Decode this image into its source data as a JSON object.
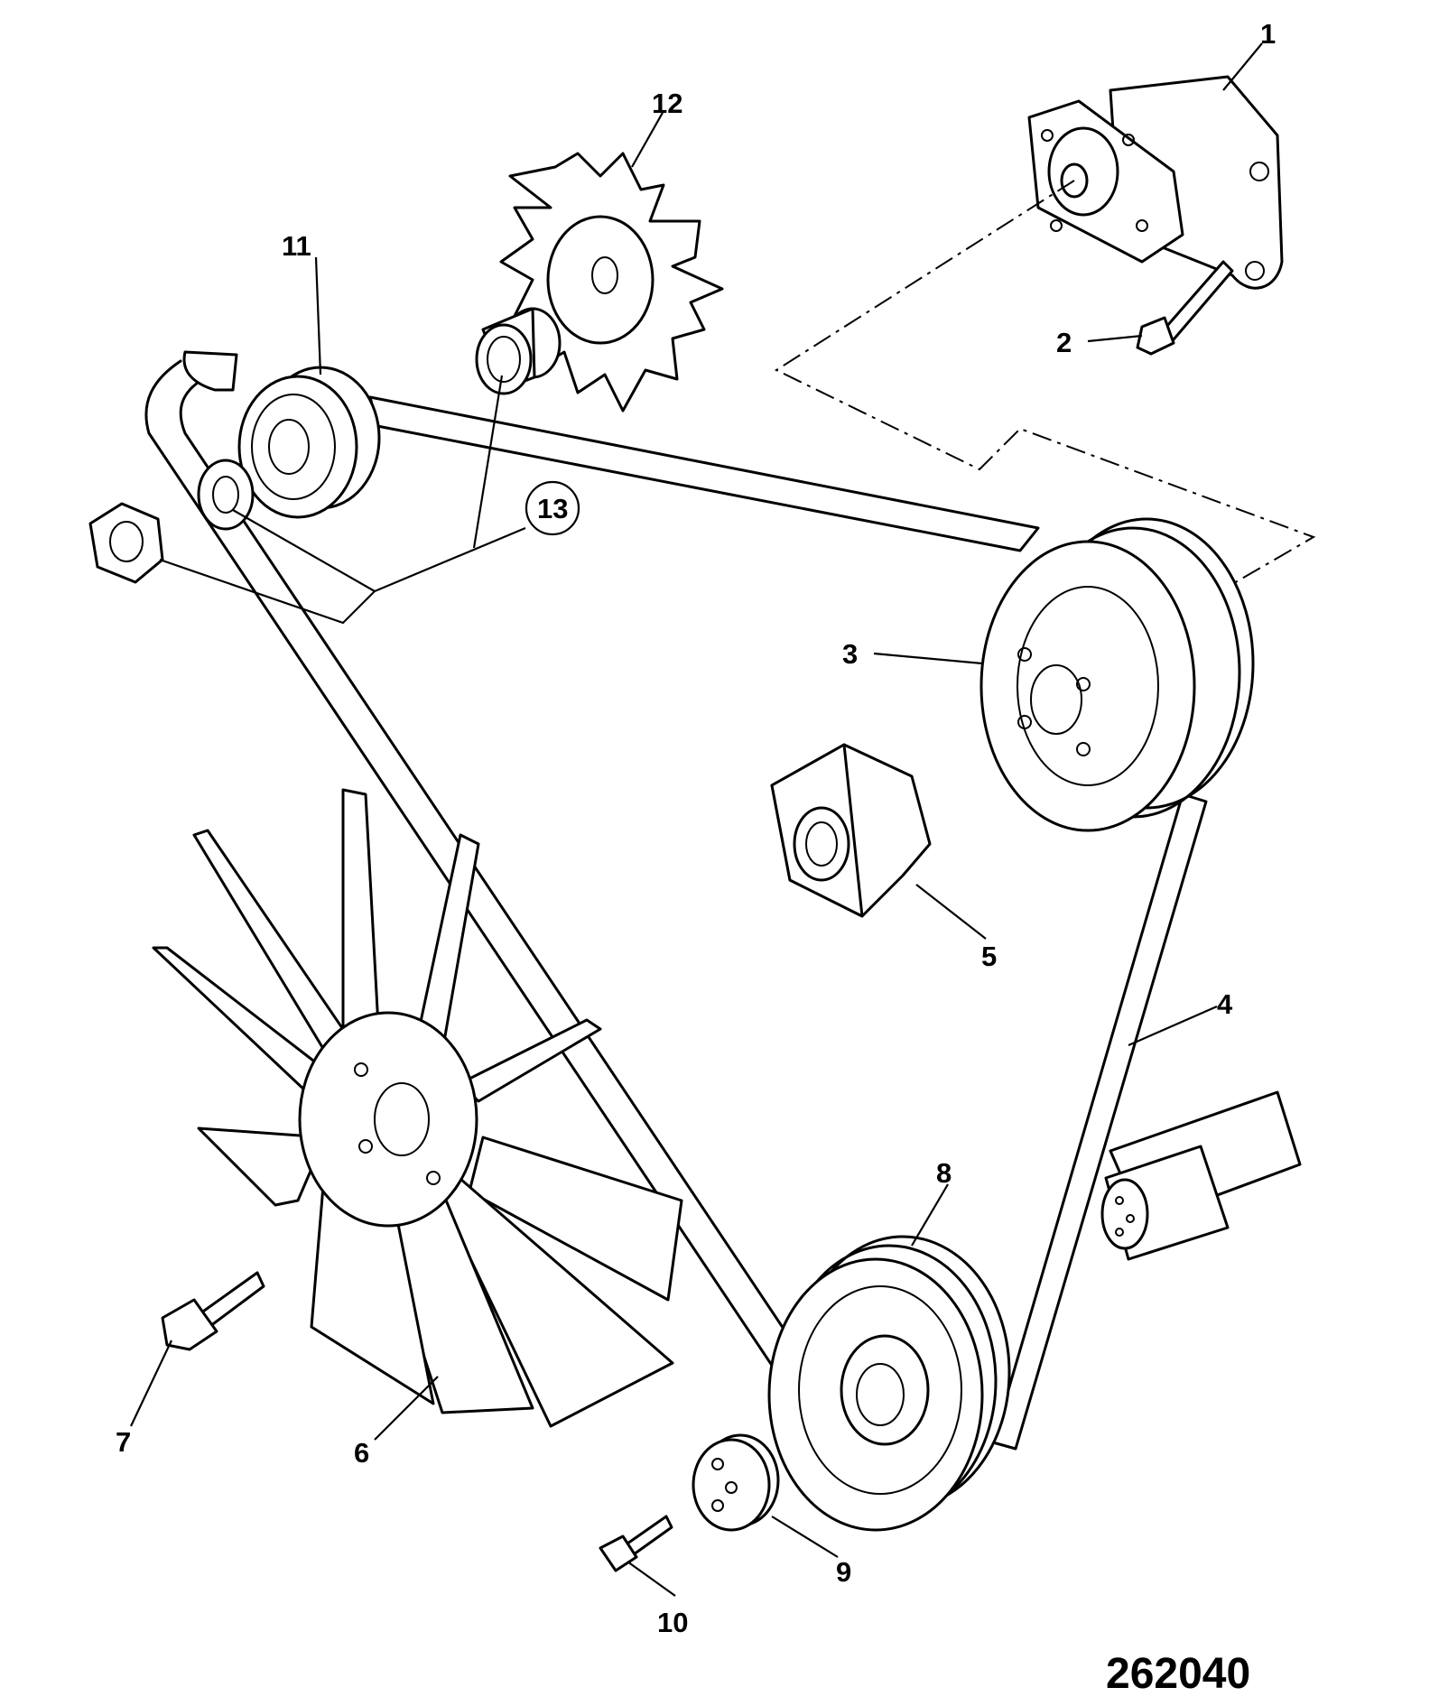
{
  "callouts": {
    "c1": "1",
    "c2": "2",
    "c3": "3",
    "c4": "4",
    "c5": "5",
    "c6": "6",
    "c7": "7",
    "c8": "8",
    "c9": "9",
    "c10": "10",
    "c11": "11",
    "c12": "12",
    "c13": "13"
  },
  "drawing_number": "262040"
}
